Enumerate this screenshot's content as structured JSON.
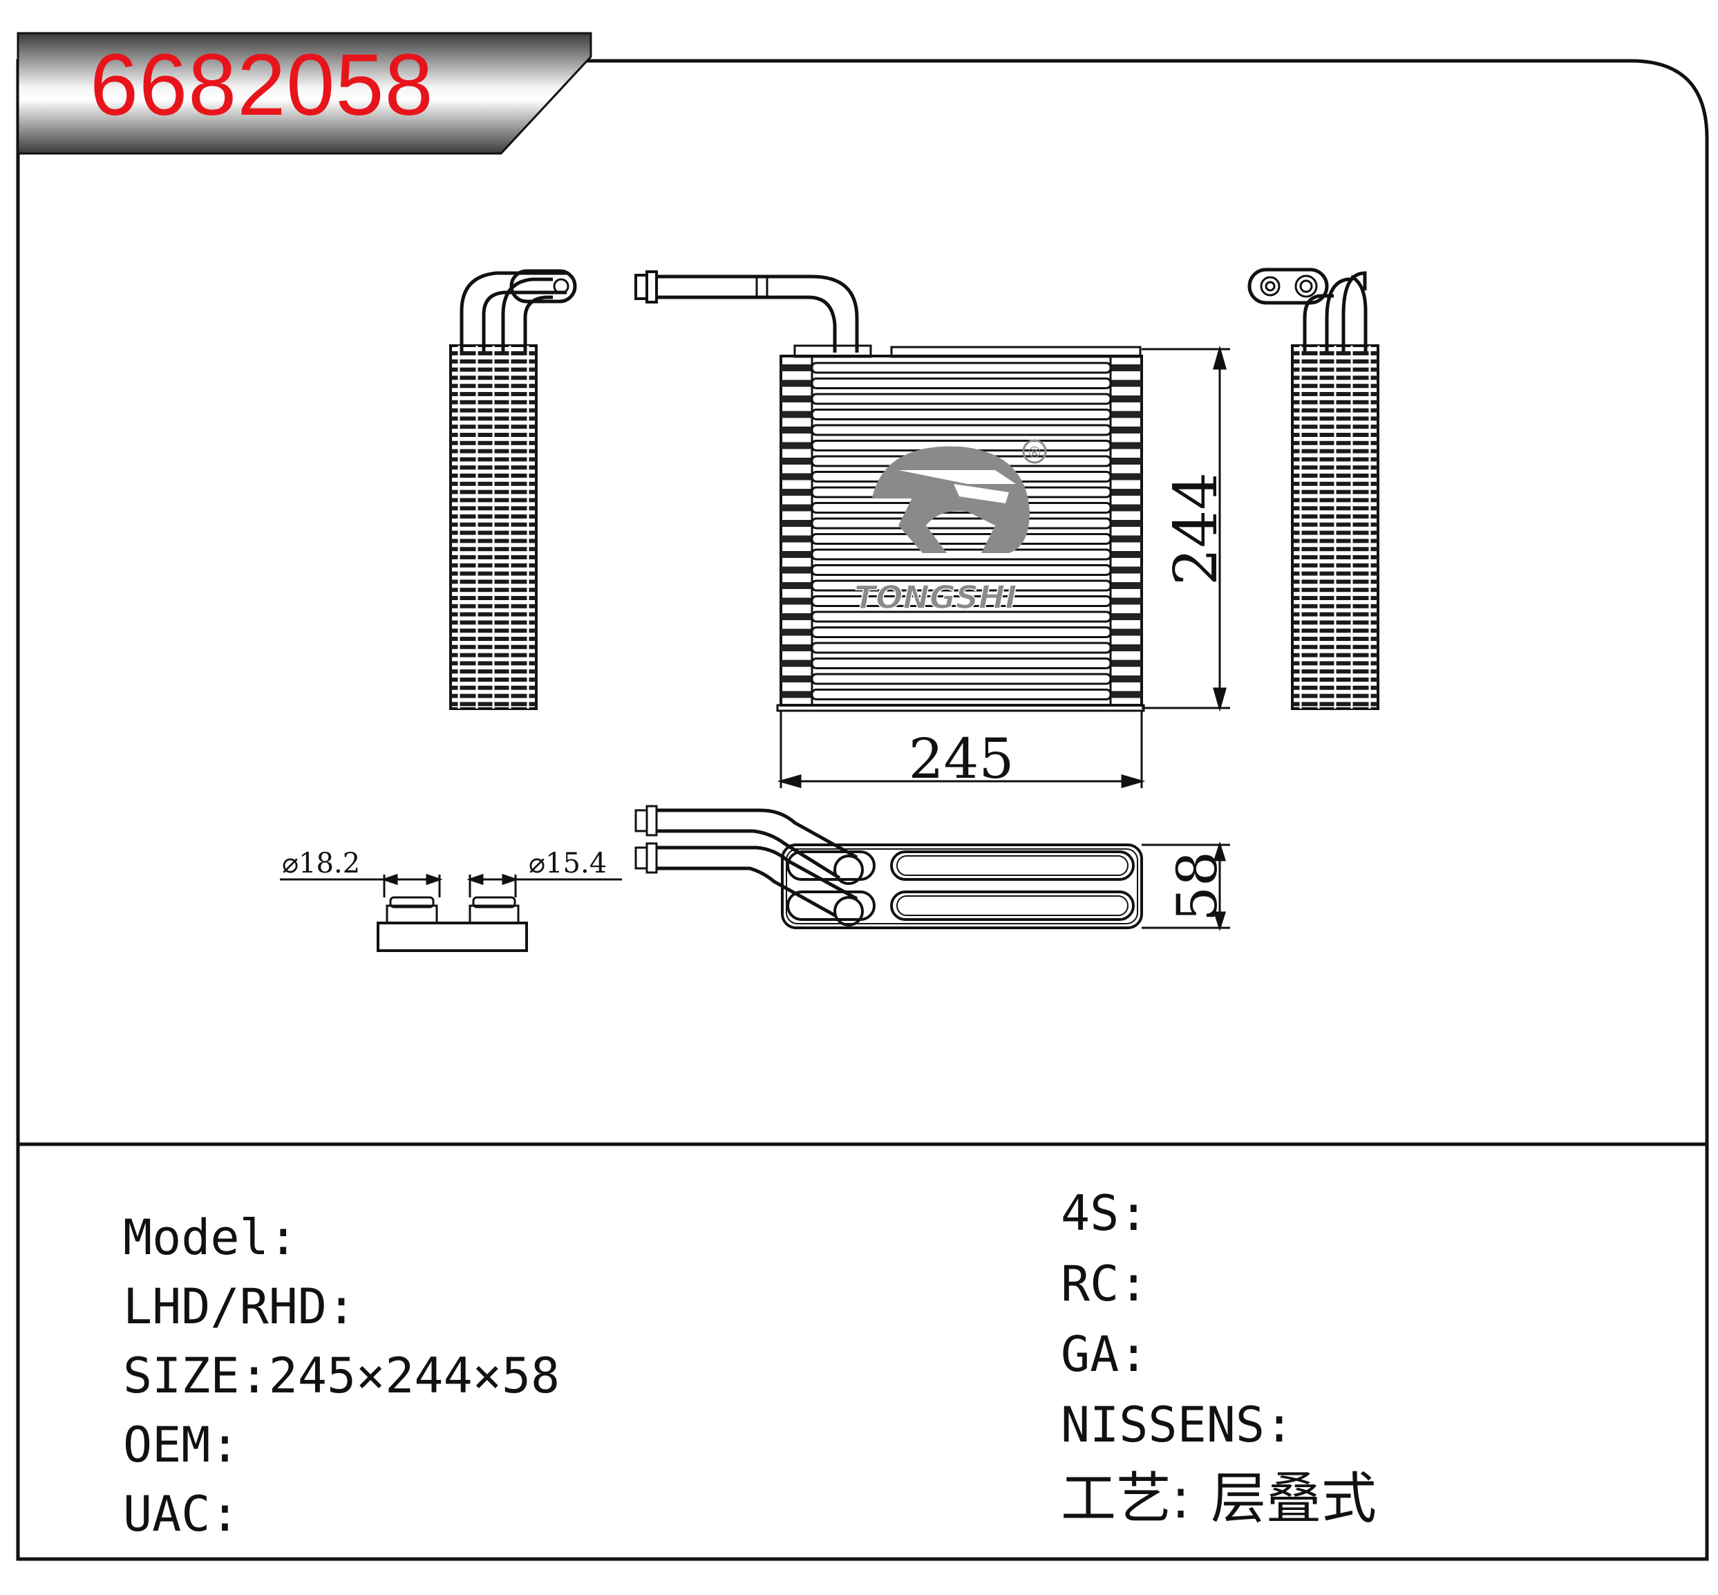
{
  "header": {
    "part_number": "6682058",
    "part_number_color": "#e8141b"
  },
  "watermark": {
    "brand": "TONGSHI",
    "registered_mark": "®"
  },
  "dimensions": {
    "width": "245",
    "height": "244",
    "depth": "58",
    "inlet_diameter": "⌀18.2",
    "outlet_diameter": "⌀15.4"
  },
  "specs_left": [
    {
      "label": "Model:",
      "value": ""
    },
    {
      "label": "LHD/RHD:",
      "value": ""
    },
    {
      "label": "SIZE:",
      "value": "245×244×58"
    },
    {
      "label": "OEM:",
      "value": ""
    },
    {
      "label": "UAC:",
      "value": ""
    }
  ],
  "specs_right": [
    {
      "label": "4S:",
      "value": ""
    },
    {
      "label": "RC:",
      "value": ""
    },
    {
      "label": "GA:",
      "value": ""
    },
    {
      "label": "NISSENS:",
      "value": ""
    },
    {
      "label": "工艺:",
      "value": "层叠式"
    }
  ]
}
